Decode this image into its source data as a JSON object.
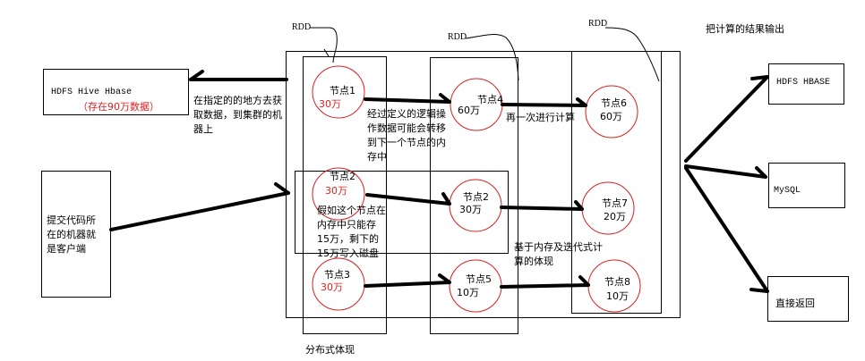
{
  "colors": {
    "line": "#000000",
    "node_circle": "#d62020",
    "red_text": "#e02020"
  },
  "source_box": {
    "title": "HDFS Hive Hbase",
    "note": "（存在90万数据）"
  },
  "client_box": {
    "text": "提交代码所在的机器就是客户端"
  },
  "annotations": {
    "fetch_data": "在指定的的地方去获取数据，到集群的机器上",
    "logic_transfer": "经过定义的逻辑操作数据可能会转移到下一个节点的内存中",
    "recompute": "再一次进行计算",
    "memory_limit": "假如这个节点在内存中只能存15万，剩下的15万写入磁盘",
    "iterative": "基于内存及迭代式计算的体现",
    "distributed": "分布式体现",
    "output_results": "把计算的结果输出"
  },
  "rdd_labels": [
    "RDD",
    "RDD",
    "RDD"
  ],
  "nodes": {
    "n1": {
      "name": "节点1",
      "value": "30万",
      "red_value": true
    },
    "n2": {
      "name": "节点2",
      "value": "30万",
      "red_value": true
    },
    "n3": {
      "name": "节点3",
      "value": "30万",
      "red_value": true
    },
    "n4": {
      "name": "节点4",
      "value": "60万",
      "red_value": false
    },
    "n2b": {
      "name": "节点2",
      "value": "30万",
      "red_value": false
    },
    "n5": {
      "name": "节点5",
      "value": "10万",
      "red_value": false
    },
    "n6": {
      "name": "节点6",
      "value": "60万",
      "red_value": false
    },
    "n7": {
      "name": "节点7",
      "value": "20万",
      "red_value": false
    },
    "n8": {
      "name": "节点8",
      "value": "10万",
      "red_value": false
    }
  },
  "outputs": {
    "hdfs_hbase": "HDFS  HBASE",
    "mysql": "MySQL",
    "direct_return": "直接返回"
  }
}
